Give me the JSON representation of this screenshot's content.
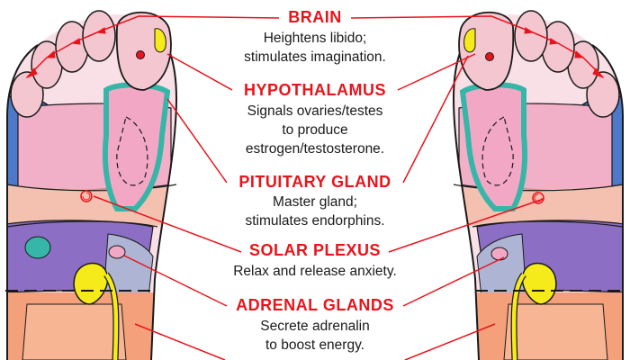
{
  "colors": {
    "accent_red": "#e8141c",
    "text_dark": "#1a1a1a",
    "toe_pink": "#f4c6d0",
    "zone_blue": "#4c79c9",
    "zone_pink": "#f2a8c4",
    "zone_teal": "#36b6a8",
    "zone_purple": "#8c6fc4",
    "zone_yellow": "#f5ea1a",
    "zone_salmon": "#f4a07a"
  },
  "labels": [
    {
      "title": "BRAIN",
      "lines": [
        "Heightens libido;",
        "stimulates imagination."
      ]
    },
    {
      "title": "HYPOTHALAMUS",
      "lines": [
        "Signals ovaries/testes",
        "to produce",
        "estrogen/testosterone."
      ]
    },
    {
      "title": "PITUITARY GLAND",
      "lines": [
        "Master gland;",
        "stimulates endorphins."
      ]
    },
    {
      "title": "SOLAR PLEXUS",
      "lines": [
        "Relax and release anxiety."
      ]
    },
    {
      "title": "ADRENAL GLANDS",
      "lines": [
        "Secrete adrenalin",
        "to boost energy."
      ]
    }
  ]
}
